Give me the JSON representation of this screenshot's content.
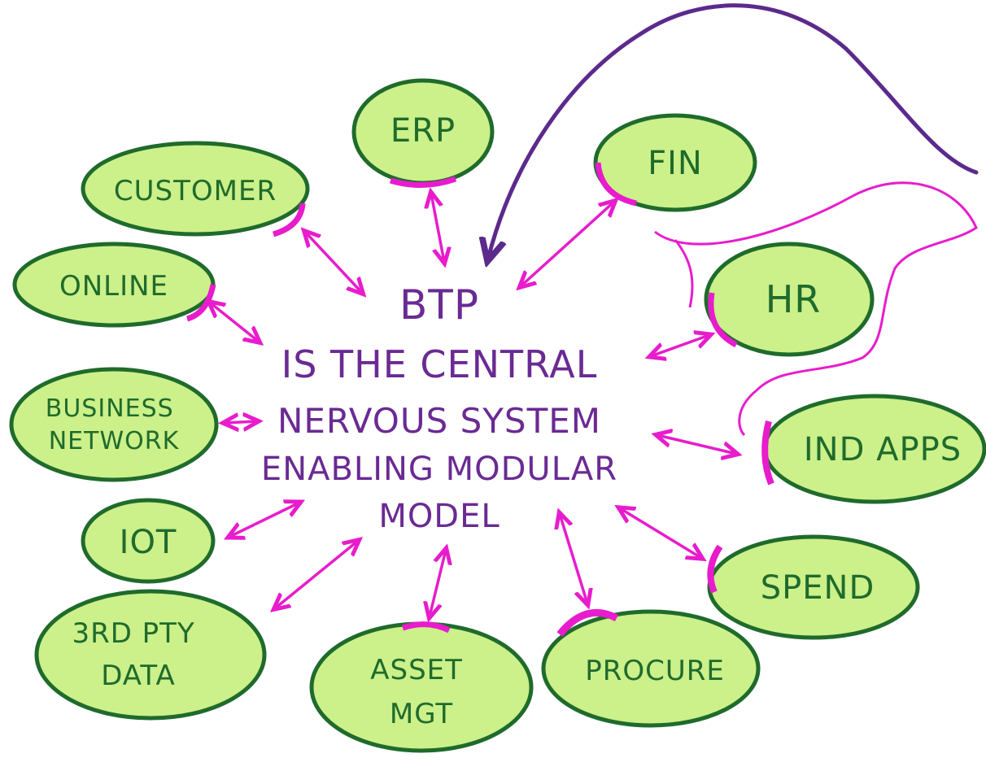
{
  "center": {
    "lines": [
      "BTP",
      "IS THE CENTRAL",
      "NERVOUS SYSTEM",
      "ENABLING MODULAR",
      "MODEL"
    ]
  },
  "nodes": [
    {
      "id": "customer",
      "lines": [
        "CUSTOMER"
      ]
    },
    {
      "id": "erp",
      "lines": [
        "ERP"
      ]
    },
    {
      "id": "fin",
      "lines": [
        "FIN"
      ]
    },
    {
      "id": "hr",
      "lines": [
        "HR"
      ]
    },
    {
      "id": "online",
      "lines": [
        "ONLINE"
      ]
    },
    {
      "id": "business-network",
      "lines": [
        "BUSINESS",
        "NETWORK"
      ]
    },
    {
      "id": "ind-apps",
      "lines": [
        "IND APPS"
      ]
    },
    {
      "id": "iot",
      "lines": [
        "IOT"
      ]
    },
    {
      "id": "spend",
      "lines": [
        "SPEND"
      ]
    },
    {
      "id": "3rd-pty-data",
      "lines": [
        "3RD PTY",
        "DATA"
      ]
    },
    {
      "id": "asset-mgt",
      "lines": [
        "ASSET",
        "MGT"
      ]
    },
    {
      "id": "procure",
      "lines": [
        "PROCURE"
      ]
    }
  ],
  "colors": {
    "node_fill": "#ccf08a",
    "node_stroke": "#1f6b2c",
    "node_text": "#1f6b2c",
    "connector": "#e81ccc",
    "center_text": "#6a2a93",
    "feedback_arrow": "#5b2a8c"
  }
}
